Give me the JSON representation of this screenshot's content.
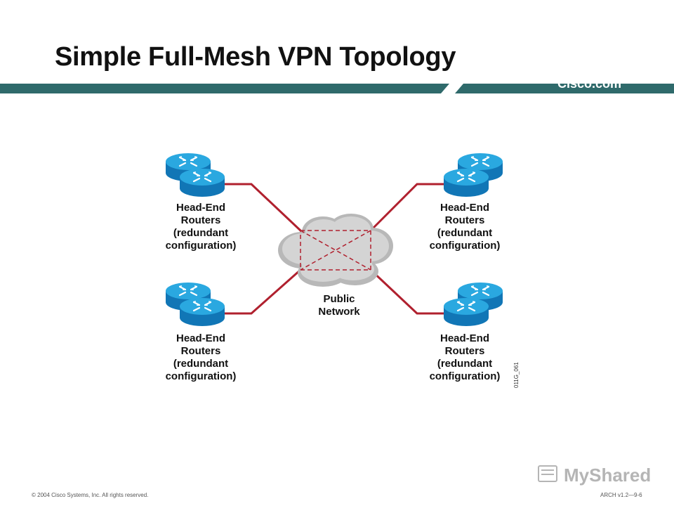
{
  "slide": {
    "title": "Simple Full-Mesh VPN Topology",
    "brand": "Cisco.com",
    "footer_left": "© 2004 Cisco Systems, Inc. All rights reserved.",
    "footer_right": "ARCH v1.2—9-6",
    "watermark": "MyShared"
  },
  "diagram": {
    "router_groups": [
      {
        "lines": [
          "Head-End",
          "Routers",
          "(redundant",
          "configuration)"
        ]
      },
      {
        "lines": [
          "Head-End",
          "Routers",
          "(redundant",
          "configuration)"
        ]
      },
      {
        "lines": [
          "Head-End",
          "Routers",
          "(redundant",
          "configuration)"
        ]
      },
      {
        "lines": [
          "Head-End",
          "Routers",
          "(redundant",
          "configuration)"
        ]
      }
    ],
    "cloud": {
      "lines": [
        "Public",
        "Network"
      ]
    },
    "figure_id": "011G_061"
  },
  "colors": {
    "header_bar": "#2f6a6b",
    "link": "#b0202e",
    "router_top": "#2aa8e0",
    "router_side": "#1176b6",
    "cloud": "#c9c9c9"
  }
}
